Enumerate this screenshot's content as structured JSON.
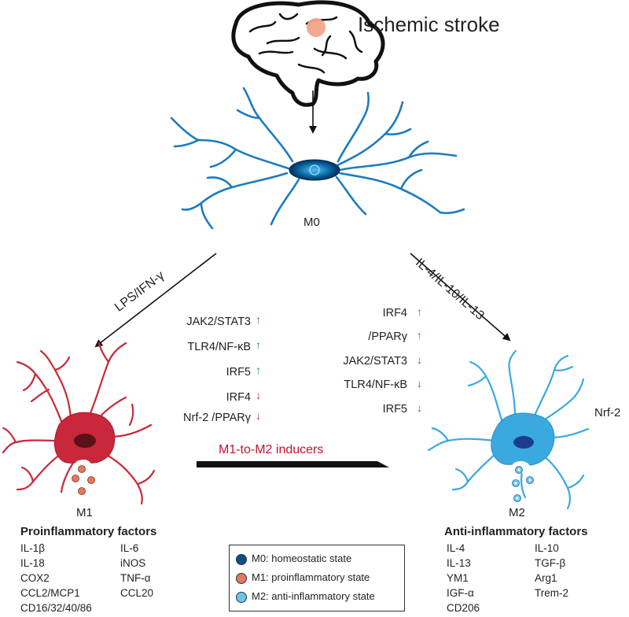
{
  "title": "Ischemic stroke",
  "states": {
    "m0": "M0",
    "m1": "M1",
    "m2": "M2"
  },
  "pathways": {
    "left": "LPS/IFN-γ",
    "right": "IL-4/IL-10/IL-13",
    "inducers": "M1-to-M2 inducers"
  },
  "m1_signals": [
    {
      "label": "JAK2/STAT3",
      "direction": "up"
    },
    {
      "label": "TLR4/NF-κB",
      "direction": "up"
    },
    {
      "label": "IRF5",
      "direction": "up"
    },
    {
      "label": "IRF4",
      "direction": "down"
    },
    {
      "label": "Nrf-2 /PPARγ",
      "direction": "down"
    }
  ],
  "m2_signals": [
    {
      "label": "IRF4",
      "direction": "up"
    },
    {
      "label": "/PPARγ",
      "direction": "up"
    },
    {
      "label": "JAK2/STAT3",
      "direction": "down"
    },
    {
      "label": "TLR4/NF-κB",
      "direction": "down"
    },
    {
      "label": "IRF5",
      "direction": "down"
    }
  ],
  "nrf2_label": "Nrf-2",
  "proinflammatory": {
    "heading": "Proinflammatory factors",
    "col1": [
      "IL-1β",
      "IL-18",
      "COX2",
      "CCL2/MCP1",
      "CD16/32/40/86"
    ],
    "col2": [
      "IL-6",
      "iNOS",
      "TNF-α",
      "CCL20"
    ]
  },
  "antiinflammatory": {
    "heading": "Anti-inflammatory factors",
    "col1": [
      "IL-4",
      "IL-13",
      "YM1",
      "IGF-α",
      "CD206"
    ],
    "col2": [
      "IL-10",
      "TGF-β",
      "Arg1",
      "Trem-2"
    ]
  },
  "legend": [
    {
      "label": "M0: homeostatic state",
      "color": "#0d4f86"
    },
    {
      "label": "M1: proinflammatory state",
      "color": "#e07a5f"
    },
    {
      "label": "M2: anti-inflammatory state",
      "color": "#6fc3ee"
    }
  ],
  "colors": {
    "m0_branch": "#1e7bbf",
    "m1": "#c8283a",
    "m2": "#39a9e0",
    "up_arrow": "#1a9a3c",
    "down_arrow": "#d42a2a",
    "inducer_text": "#c8102e"
  }
}
